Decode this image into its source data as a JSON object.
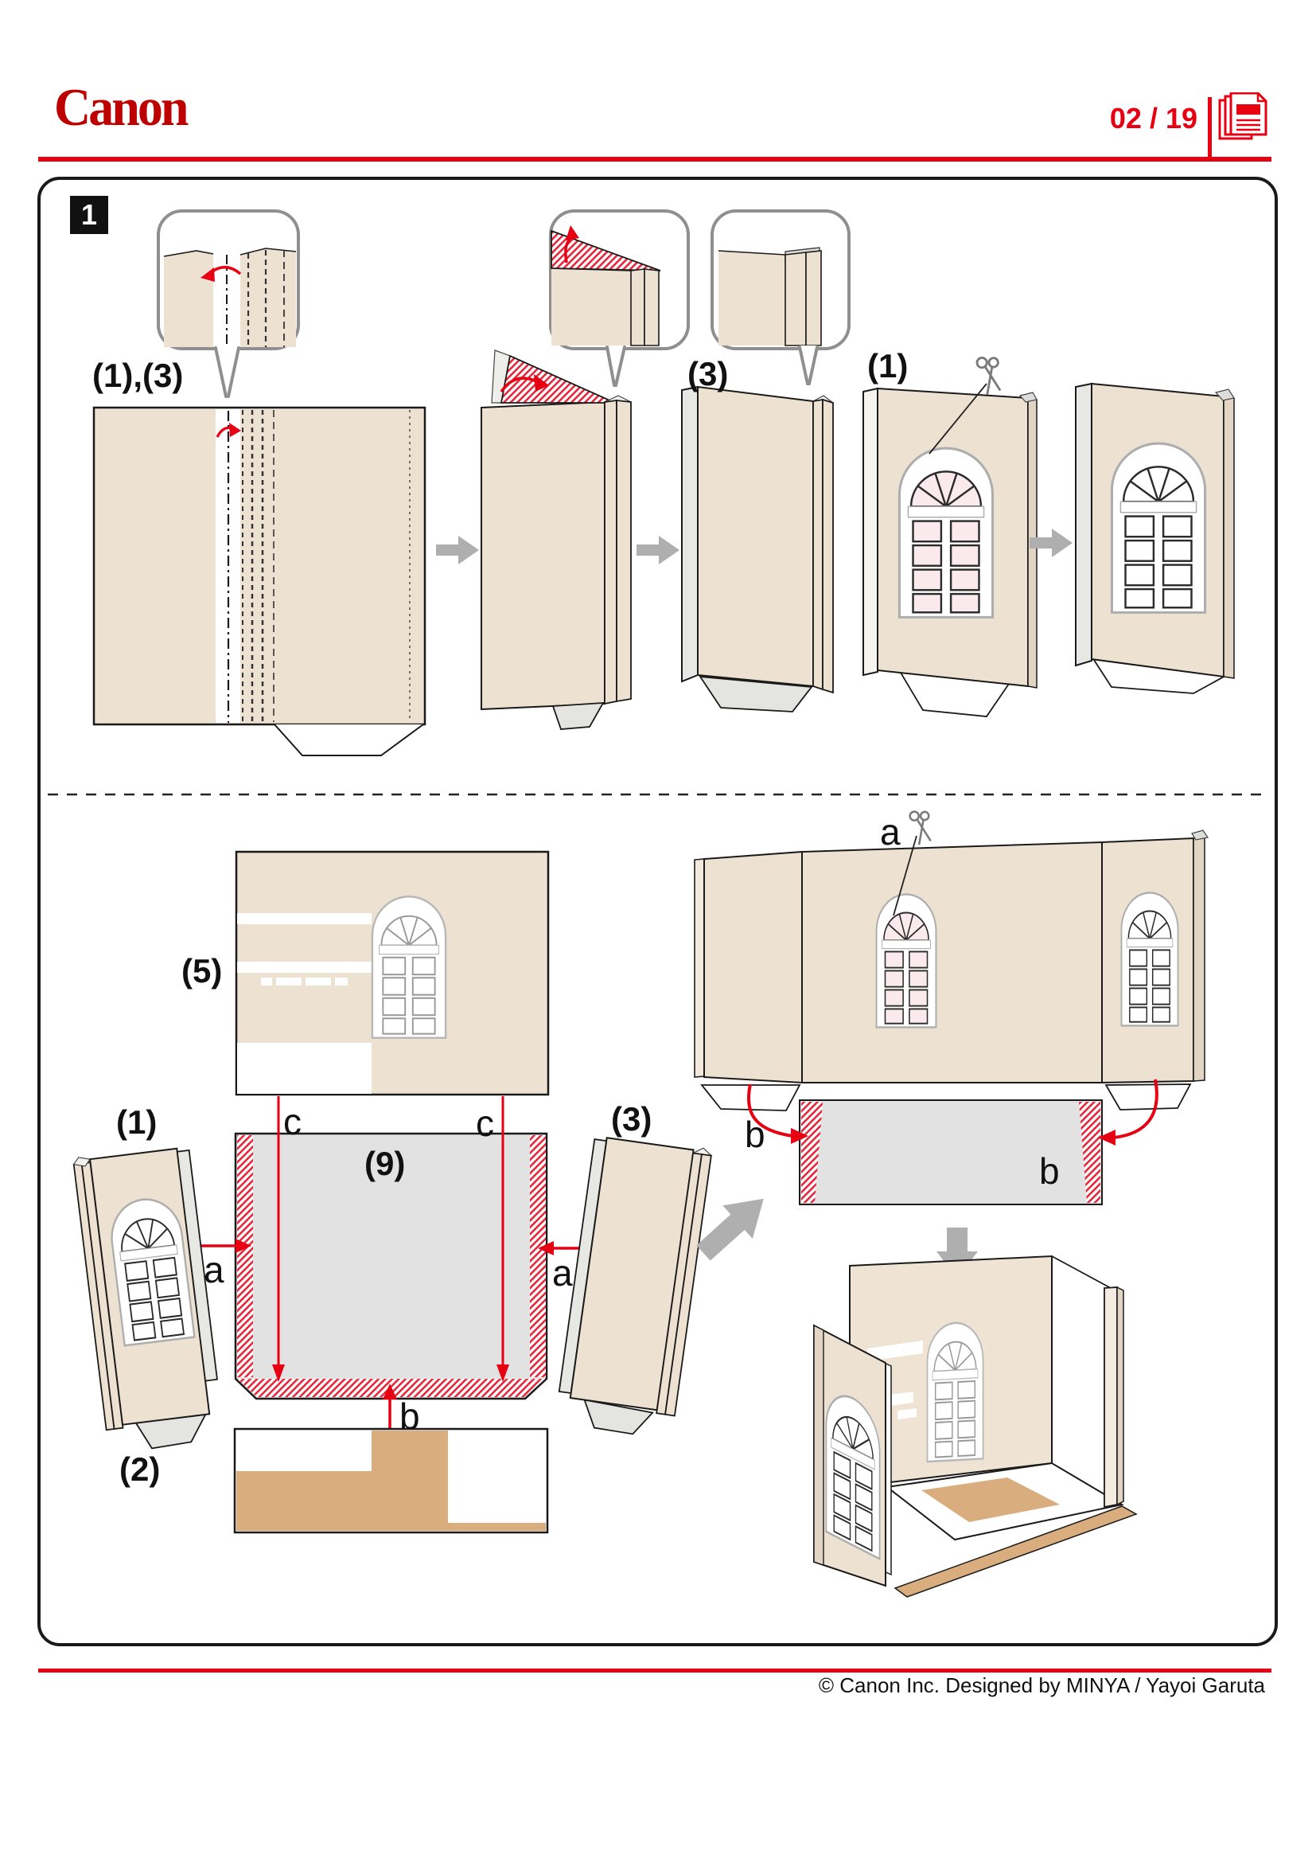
{
  "header": {
    "brand": "Canon",
    "page_indicator": "02 / 19",
    "accent_color": "#E60012"
  },
  "step": {
    "number": "1"
  },
  "parts": {
    "top_left": "(1),(3)",
    "top_mid": "(3)",
    "top_right": "(1)",
    "p5": "(5)",
    "p9": "(9)",
    "p2": "(2)",
    "bottom_left": "(1)",
    "bottom_mid": "(3)"
  },
  "glue_marks": {
    "a_left": "a",
    "a_right": "a",
    "a_cut": "a",
    "b_floor": "b",
    "b_left": "b",
    "b_right": "b",
    "c_left": "c",
    "c_right": "c"
  },
  "icons": {
    "scissors": "scissors-icon",
    "pages": "stacked-pages-icon"
  },
  "colors": {
    "paper": "#EDE1D2",
    "glue_hatch": "#E5273B",
    "floor_gray": "#E2E2E2",
    "wood": "#D9AD7D"
  },
  "footer": {
    "credit": "© Canon Inc. Designed by MINYA / Yayoi Garuta"
  }
}
